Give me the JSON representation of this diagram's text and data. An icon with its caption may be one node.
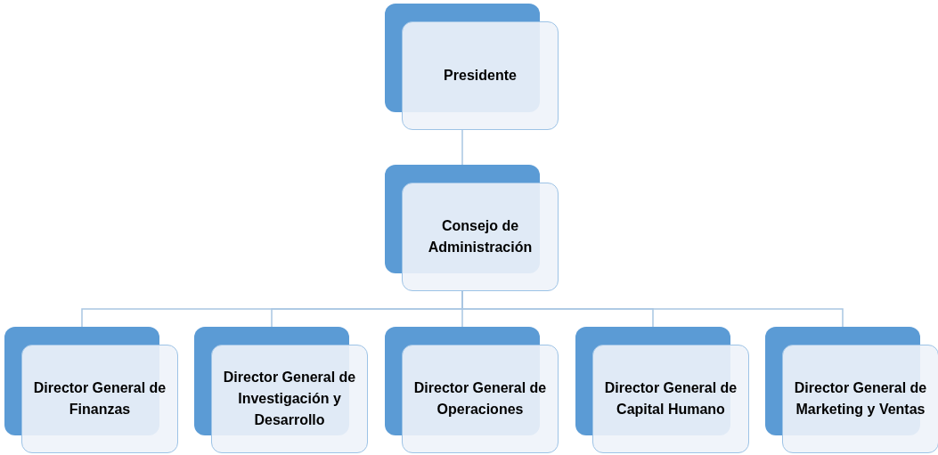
{
  "diagram": {
    "nodes": [
      {
        "text": [
          "Presidente"
        ]
      },
      {
        "text": [
          "Consejo de Administración"
        ]
      },
      {
        "text": [
          "Director General de Finanzas"
        ]
      },
      {
        "text": [
          "Director General de Investigación y Desarrollo"
        ]
      },
      {
        "text": [
          "Director General de Operaciones"
        ]
      },
      {
        "text": [
          "Director General de Capital Humano"
        ]
      },
      {
        "text": [
          "Director General de Marketing y Ventas"
        ]
      }
    ],
    "edges": [
      {
        "from": 0,
        "to": 1,
        "arrow": "none"
      },
      {
        "from": 1,
        "to": 2,
        "arrow": "none"
      },
      {
        "from": 1,
        "to": 3,
        "arrow": "none"
      },
      {
        "from": 1,
        "to": 4,
        "arrow": "none"
      },
      {
        "from": 1,
        "to": 5,
        "arrow": "none"
      },
      {
        "from": 1,
        "to": 6,
        "arrow": "none"
      }
    ]
  }
}
